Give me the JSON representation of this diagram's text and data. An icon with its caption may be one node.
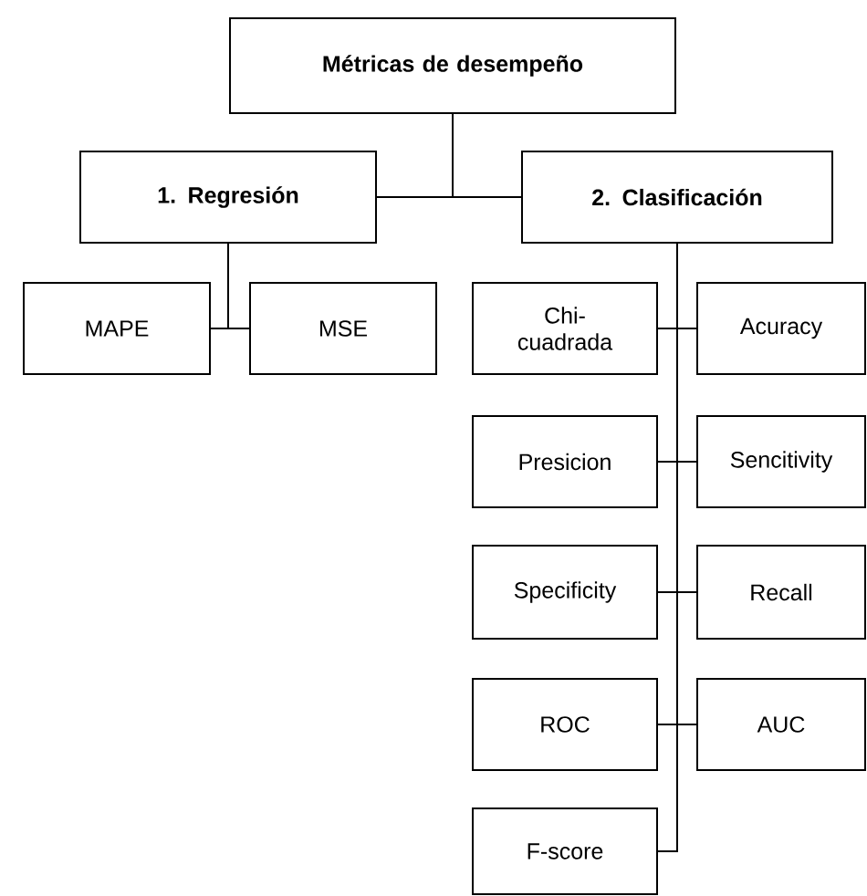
{
  "diagram": {
    "nodes": [
      {
        "text": [
          "Métricas de desempeño"
        ]
      },
      {
        "text": [
          "1. Regresión"
        ]
      },
      {
        "text": [
          "2. Clasificación"
        ]
      },
      {
        "text": [
          "MAPE"
        ]
      },
      {
        "text": [
          "MSE"
        ]
      },
      {
        "text": [
          "Chi-cuadrada"
        ]
      },
      {
        "text": [
          "Acuracy"
        ]
      },
      {
        "text": [
          "Presicion"
        ]
      },
      {
        "text": [
          "Sencitivity"
        ]
      },
      {
        "text": [
          "Specificity"
        ]
      },
      {
        "text": [
          "Recall"
        ]
      },
      {
        "text": [
          "ROC"
        ]
      },
      {
        "text": [
          "AUC"
        ]
      },
      {
        "text": [
          "F-score"
        ]
      }
    ],
    "edges": [
      {
        "from": 0,
        "to": 1,
        "arrow": "none"
      },
      {
        "from": 0,
        "to": 2,
        "arrow": "none"
      },
      {
        "from": 1,
        "to": 3,
        "arrow": "none"
      },
      {
        "from": 1,
        "to": 4,
        "arrow": "none"
      },
      {
        "from": 2,
        "to": 5,
        "arrow": "none"
      },
      {
        "from": 2,
        "to": 6,
        "arrow": "none"
      },
      {
        "from": 2,
        "to": 7,
        "arrow": "none"
      },
      {
        "from": 2,
        "to": 8,
        "arrow": "none"
      },
      {
        "from": 2,
        "to": 9,
        "arrow": "none"
      },
      {
        "from": 2,
        "to": 10,
        "arrow": "none"
      },
      {
        "from": 2,
        "to": 11,
        "arrow": "none"
      },
      {
        "from": 2,
        "to": 12,
        "arrow": "none"
      },
      {
        "from": 2,
        "to": 13,
        "arrow": "none"
      }
    ]
  }
}
